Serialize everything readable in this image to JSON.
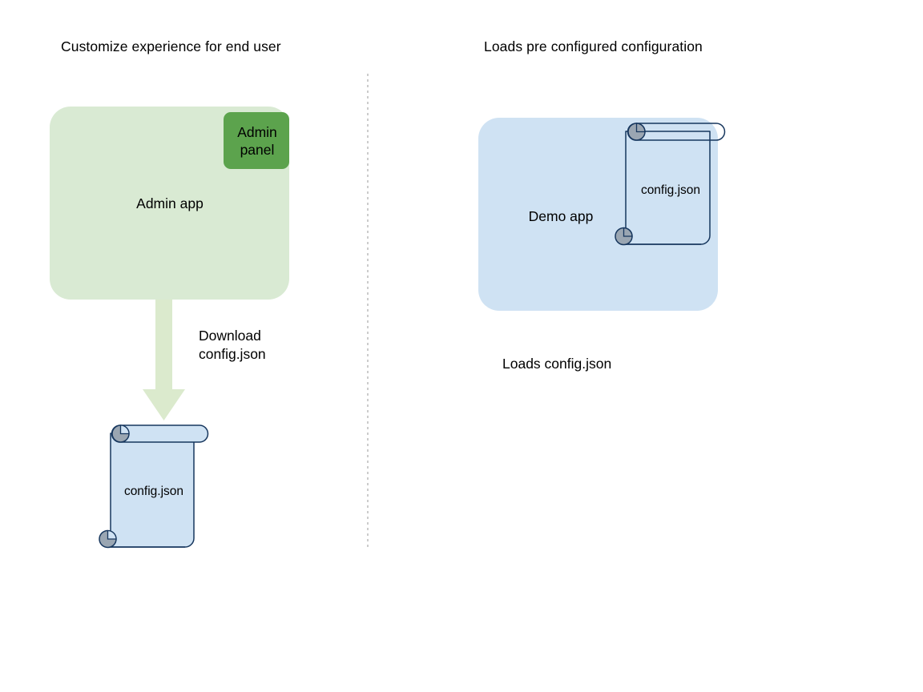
{
  "diagram": {
    "title_left": "Customize experience for end user",
    "title_right": "Loads pre configured configuration",
    "left_panel": {
      "app_box_label": "Admin app",
      "admin_panel_label": "Admin\npanel",
      "arrow_label": "Download\nconfig.json",
      "document_label": "config.json"
    },
    "right_panel": {
      "app_box_label": "Demo app",
      "document_label": "config.json",
      "caption": "Loads config.json"
    },
    "colors": {
      "admin_app_fill": "#d9ead3",
      "admin_panel_fill": "#5ca34d",
      "demo_app_fill": "#cfe2f3",
      "document_fill": "#cfe2f3",
      "document_stroke": "#17375e",
      "roll_fill": "#9aa6b2",
      "arrow_fill": "#dbeacd",
      "divider": "#b7b7b7",
      "text": "#000000"
    }
  }
}
